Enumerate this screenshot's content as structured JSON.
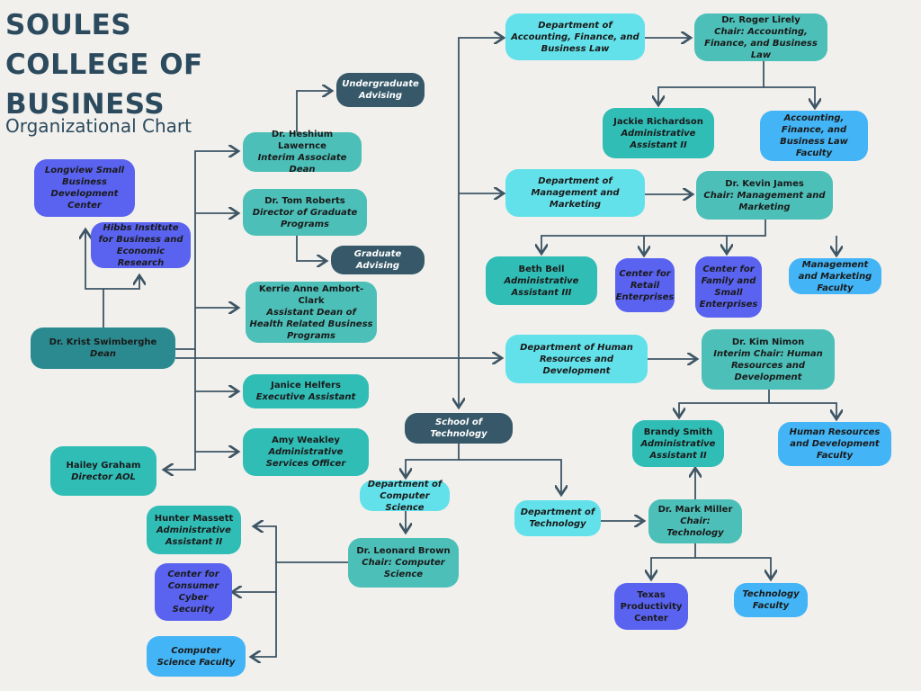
{
  "header": {
    "title_lines": [
      "SOULES",
      "COLLEGE OF",
      "BUSINESS"
    ],
    "subtitle": "Organizational Chart"
  },
  "nodes": {
    "longview": {
      "name": "",
      "role": "Longview Small Business Development Center"
    },
    "hibbs": {
      "name": "",
      "role": "Hibbs Institute for Business and Economic Research"
    },
    "dean": {
      "name": "Dr. Krist Swimberghe",
      "role": "Dean"
    },
    "hailey": {
      "name": "Hailey Graham",
      "role": "Director AOL"
    },
    "lawernce": {
      "name": "Dr. Heshium Lawernce",
      "role": "Interim Associate Dean"
    },
    "ug_advising": {
      "name": "",
      "role": "Undergraduate Advising"
    },
    "roberts": {
      "name": "Dr. Tom Roberts",
      "role": "Director of Graduate Programs"
    },
    "grad_advising": {
      "name": "",
      "role": "Graduate Advising"
    },
    "ambort": {
      "name": "Kerrie Anne Ambort-Clark",
      "role": "Assistant Dean of Health Related Business Programs"
    },
    "helfers": {
      "name": "Janice Helfers",
      "role": "Executive Assistant"
    },
    "weakley": {
      "name": "Amy Weakley",
      "role": "Administrative Services Officer"
    },
    "dept_afbl": {
      "name": "",
      "role": "Department of Accounting, Finance, and Business Law"
    },
    "lirely": {
      "name": "Dr. Roger Lirely",
      "role": "Chair: Accounting, Finance, and Business Law"
    },
    "richardson": {
      "name": "Jackie Richardson",
      "role": "Administrative Assistant II"
    },
    "afbl_faculty": {
      "name": "",
      "role": "Accounting, Finance, and Business Law Faculty"
    },
    "dept_mm": {
      "name": "",
      "role": "Department of Management and Marketing"
    },
    "james": {
      "name": "Dr. Kevin James",
      "role": "Chair: Management and Marketing"
    },
    "bell": {
      "name": "Beth Bell",
      "role": "Administrative Assistant III"
    },
    "retail": {
      "name": "",
      "role": "Center for Retail Enterprises"
    },
    "family": {
      "name": "",
      "role": "Center for Family and Small Enterprises"
    },
    "mm_faculty": {
      "name": "",
      "role": "Management and Marketing Faculty"
    },
    "dept_hrd": {
      "name": "",
      "role": "Department of Human Resources and Development"
    },
    "nimon": {
      "name": "Dr. Kim Nimon",
      "role": "Interim Chair: Human Resources and Development"
    },
    "smith": {
      "name": "Brandy Smith",
      "role": "Administrative Assistant II"
    },
    "hrd_faculty": {
      "name": "",
      "role": "Human Resources and Development Faculty"
    },
    "sot": {
      "name": "",
      "role": "School of Technology"
    },
    "dept_cs": {
      "name": "",
      "role": "Department of Computer Science"
    },
    "brown": {
      "name": "Dr. Leonard Brown",
      "role": "Chair: Computer Science"
    },
    "massett": {
      "name": "Hunter Massett",
      "role": "Administrative Assistant II"
    },
    "cyber": {
      "name": "",
      "role": "Center for Consumer Cyber Security"
    },
    "cs_faculty": {
      "name": "",
      "role": "Computer Science Faculty"
    },
    "dept_tech": {
      "name": "",
      "role": "Department of Technology"
    },
    "miller": {
      "name": "Dr. Mark Miller",
      "role": "Chair: Technology"
    },
    "tpc": {
      "name": "Texas Productivity Center",
      "role": ""
    },
    "tech_faculty": {
      "name": "",
      "role": "Technology Faculty"
    }
  }
}
